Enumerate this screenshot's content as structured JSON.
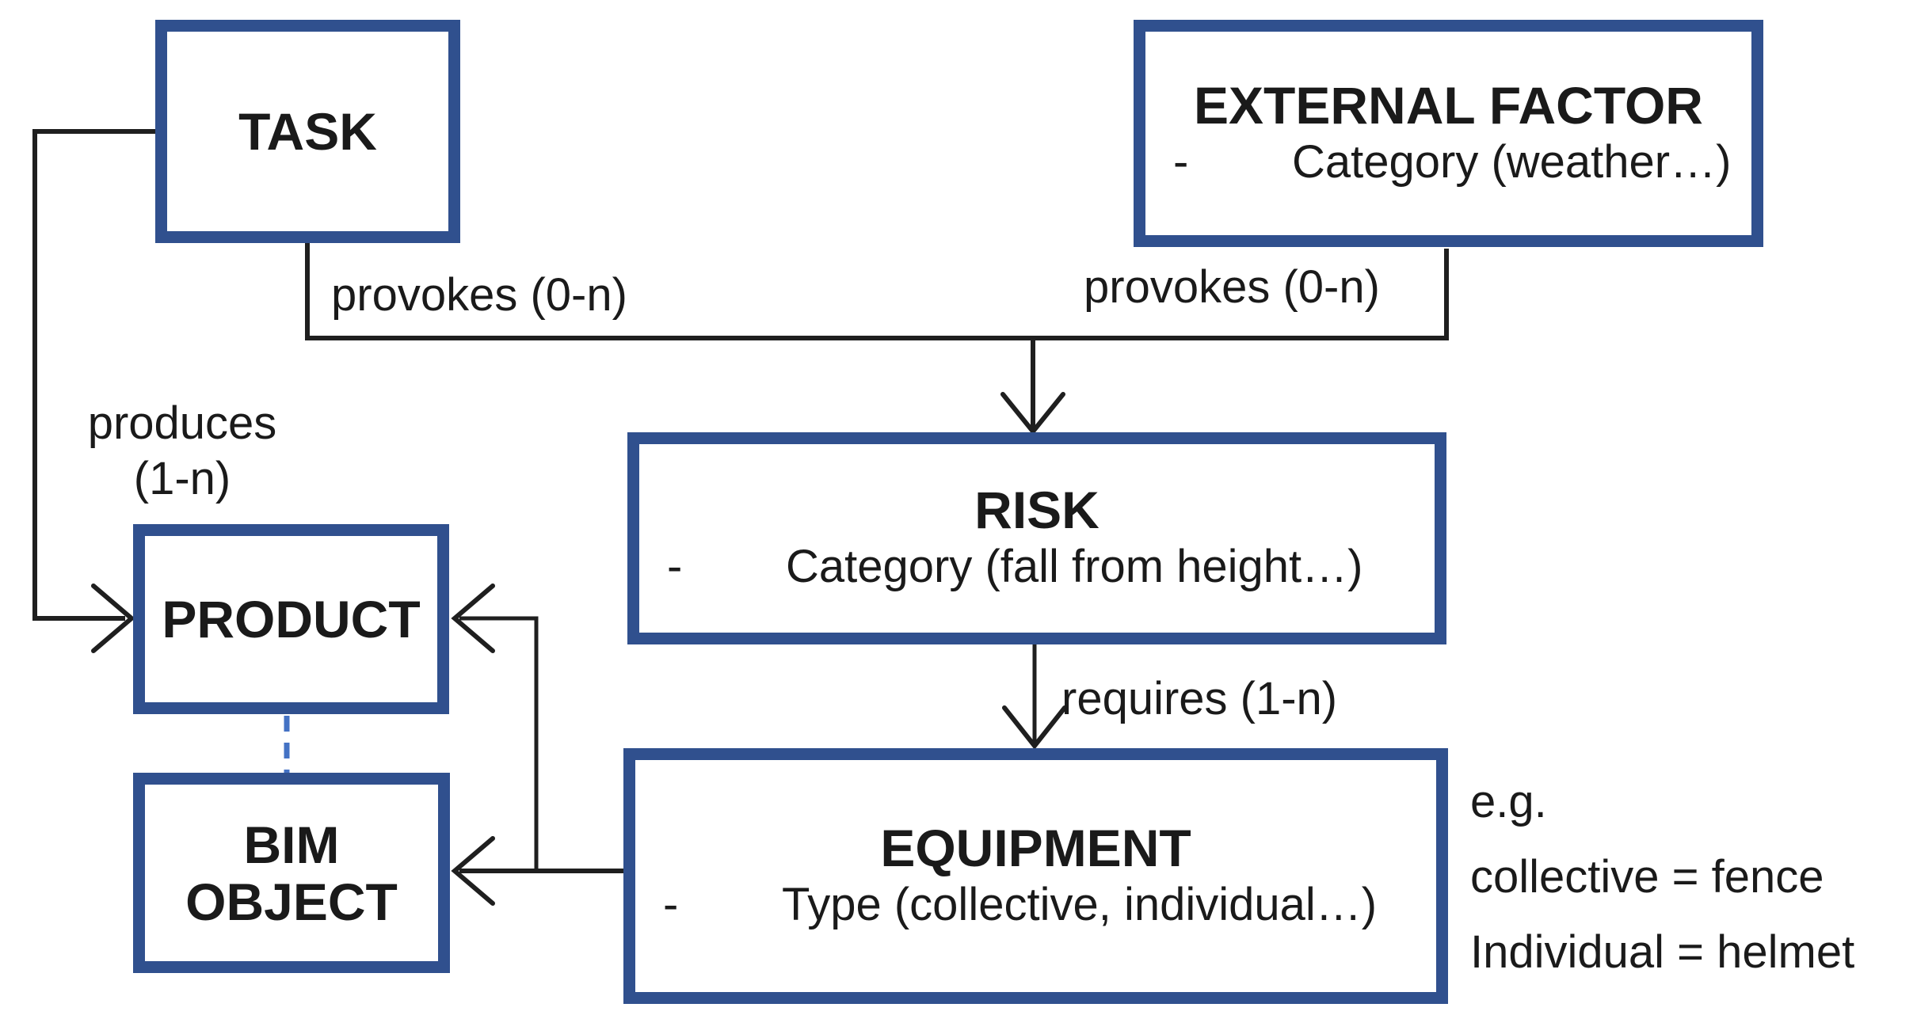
{
  "diagram": {
    "nodes": {
      "task": {
        "title": "TASK"
      },
      "external_factor": {
        "title": "EXTERNAL FACTOR",
        "attribute_dash": "-",
        "attribute": "Category (weather…)"
      },
      "risk": {
        "title": "RISK",
        "attribute_dash": "-",
        "attribute": "Category (fall from height…)"
      },
      "product": {
        "title": "PRODUCT"
      },
      "bim_object": {
        "title": "BIM OBJECT"
      },
      "equipment": {
        "title": "EQUIPMENT",
        "attribute_dash": "-",
        "attribute": "Type (collective, individual…)"
      }
    },
    "edges": {
      "provokes_task_label": "provokes (0-n)",
      "provokes_external_label": "provokes (0-n)",
      "produces_label_line1": "produces",
      "produces_label_line2": "(1-n)",
      "requires_label": "requires (1-n)"
    },
    "annotation": {
      "line1": "e.g.",
      "line2": "collective = fence",
      "line3": "Individual = helmet"
    },
    "colors": {
      "box_border": "#30508E",
      "dashed_link": "#4472C4",
      "connector": "#1F1F1F",
      "text": "#1A1A1A",
      "background": "#FFFFFF"
    }
  }
}
